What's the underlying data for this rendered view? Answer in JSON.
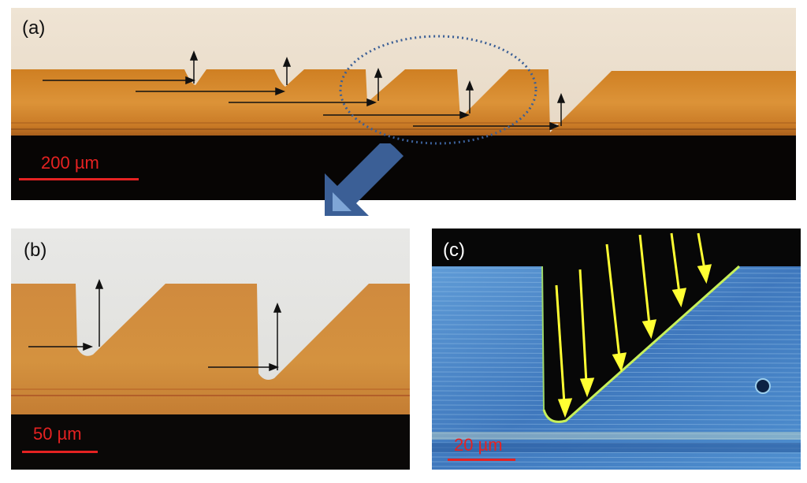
{
  "figure": {
    "panel_a": {
      "label": "(a)",
      "scale_bar": "200 µm"
    },
    "panel_b": {
      "label": "(b)",
      "scale_bar": "50 µm"
    },
    "panel_c": {
      "label": "(c)",
      "scale_bar": "20 µm"
    }
  },
  "colors": {
    "sky": "#e9dccb",
    "copper": "#d58b2b",
    "copper_dark": "#b4661d",
    "substrate": "#070504",
    "scale": "#e52222",
    "zoom_arrow": "#3b5f96",
    "crystal_blue": "#4b86c5",
    "stress_arrow": "#ffff33"
  }
}
